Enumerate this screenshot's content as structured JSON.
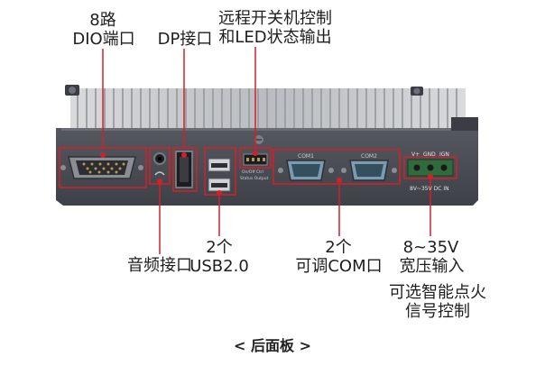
{
  "labels": {
    "dio_line1": "8路",
    "dio_line2": "DIO端口",
    "dp": "DP接口",
    "remote_line1": "远程开关机控制",
    "remote_line2": "和LED状态输出",
    "audio": "音频接口",
    "usb_line1": "2个",
    "usb_line2": "USB2.0",
    "com_line1": "2个",
    "com_line2": "可调COM口",
    "power_line1": "8~35V",
    "power_line2": "宽压输入",
    "ignition_line1": "可选智能点火",
    "ignition_line2": "信号控制"
  },
  "device_printed": {
    "com1": "COM1",
    "com2": "COM2",
    "vplus": "V+",
    "gnd": "GND",
    "ign": "IGN",
    "dc_in": "8V~35V DC IN",
    "on_off": "On/Off Ctrl",
    "status": "Status Output"
  },
  "caption": "< 后面板 >",
  "colors": {
    "highlight": "#d3202a",
    "chassis": "#4a4d55",
    "fins": "#c9cccf"
  }
}
